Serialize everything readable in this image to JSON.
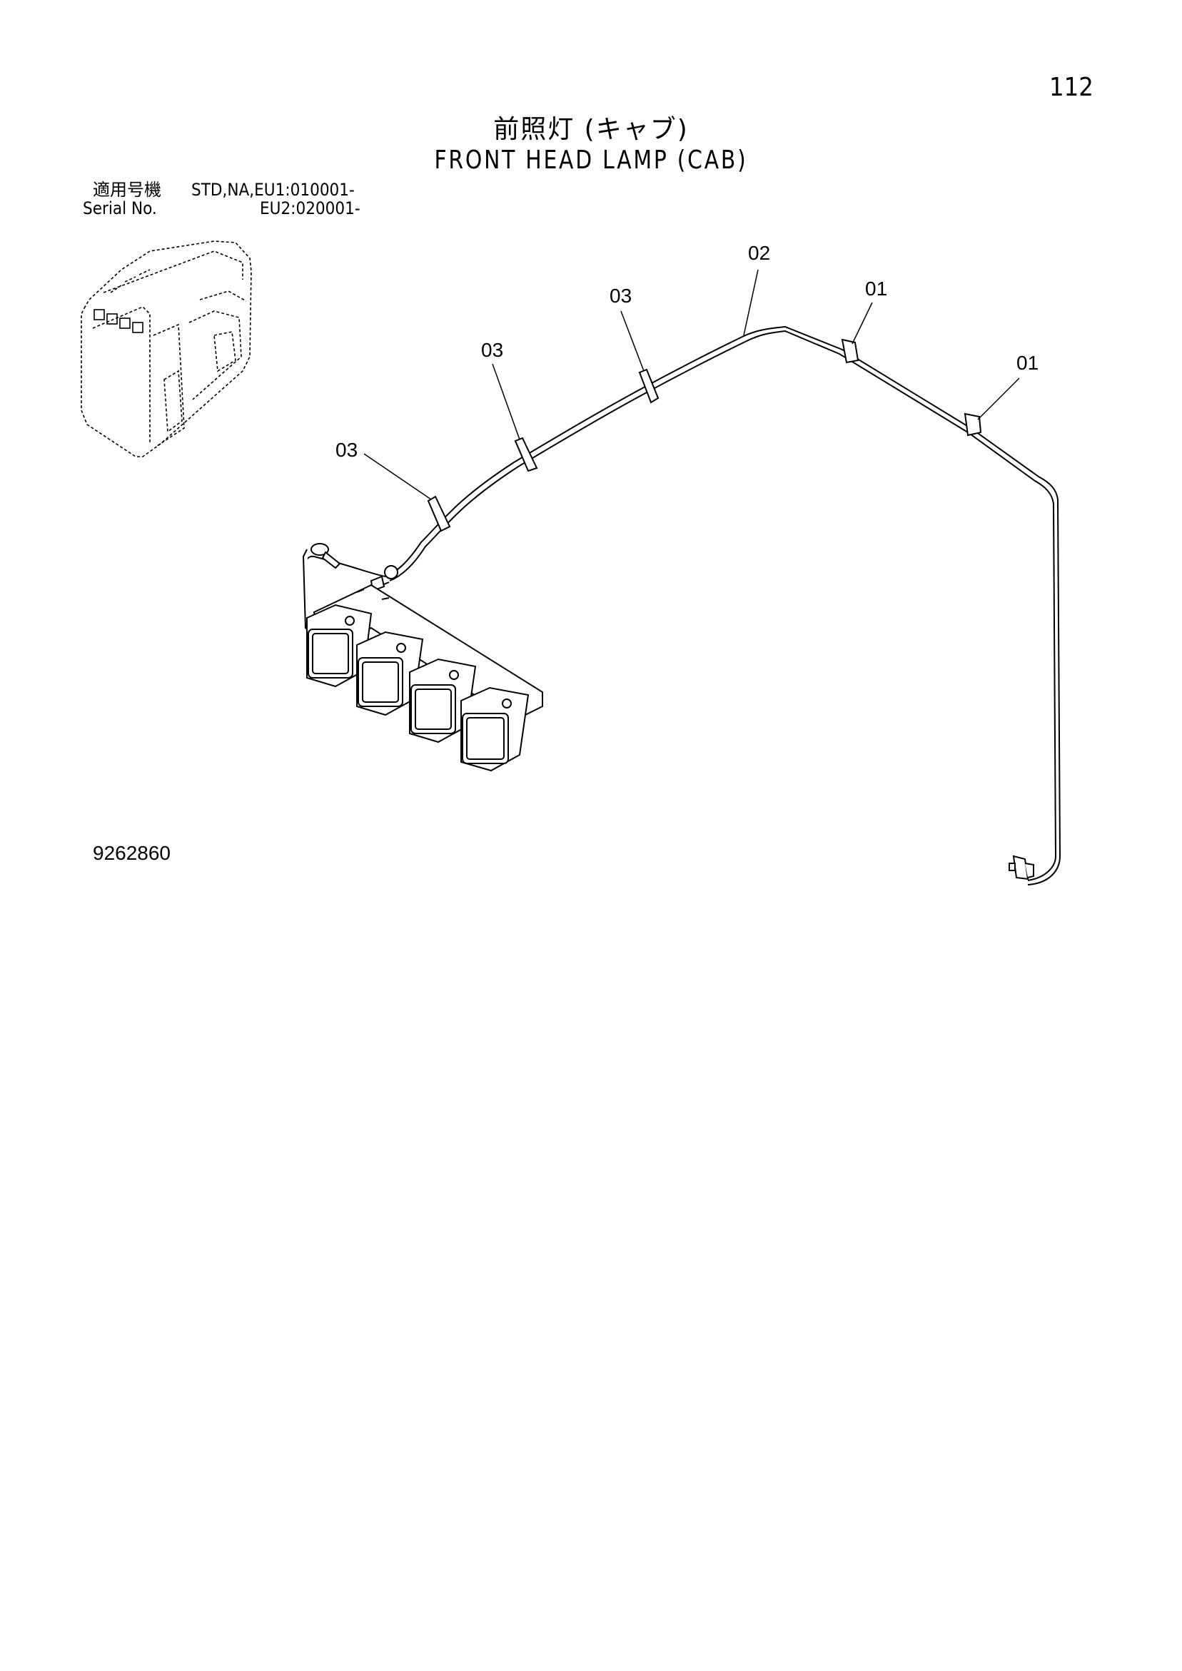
{
  "page": {
    "number": "112",
    "title_jp": "前照灯 (キャブ)",
    "title_en": "FRONT HEAD LAMP (CAB)"
  },
  "serial": {
    "row1_label": "適用号機",
    "row1_value": "STD,NA,EU1:010001-",
    "row2_label": "Serial No.",
    "row2_value": "EU2:020001-"
  },
  "drawing_number": "9262860",
  "callouts": [
    {
      "id": "c1",
      "label": "02"
    },
    {
      "id": "c2",
      "label": "01"
    },
    {
      "id": "c3",
      "label": "01"
    },
    {
      "id": "c4",
      "label": "03"
    },
    {
      "id": "c5",
      "label": "03"
    },
    {
      "id": "c6",
      "label": "03"
    }
  ],
  "icons": {
    "cab": "cab-outline-icon",
    "lamp_assembly": "head-lamp-assembly-icon",
    "harness": "wire-harness-icon"
  }
}
